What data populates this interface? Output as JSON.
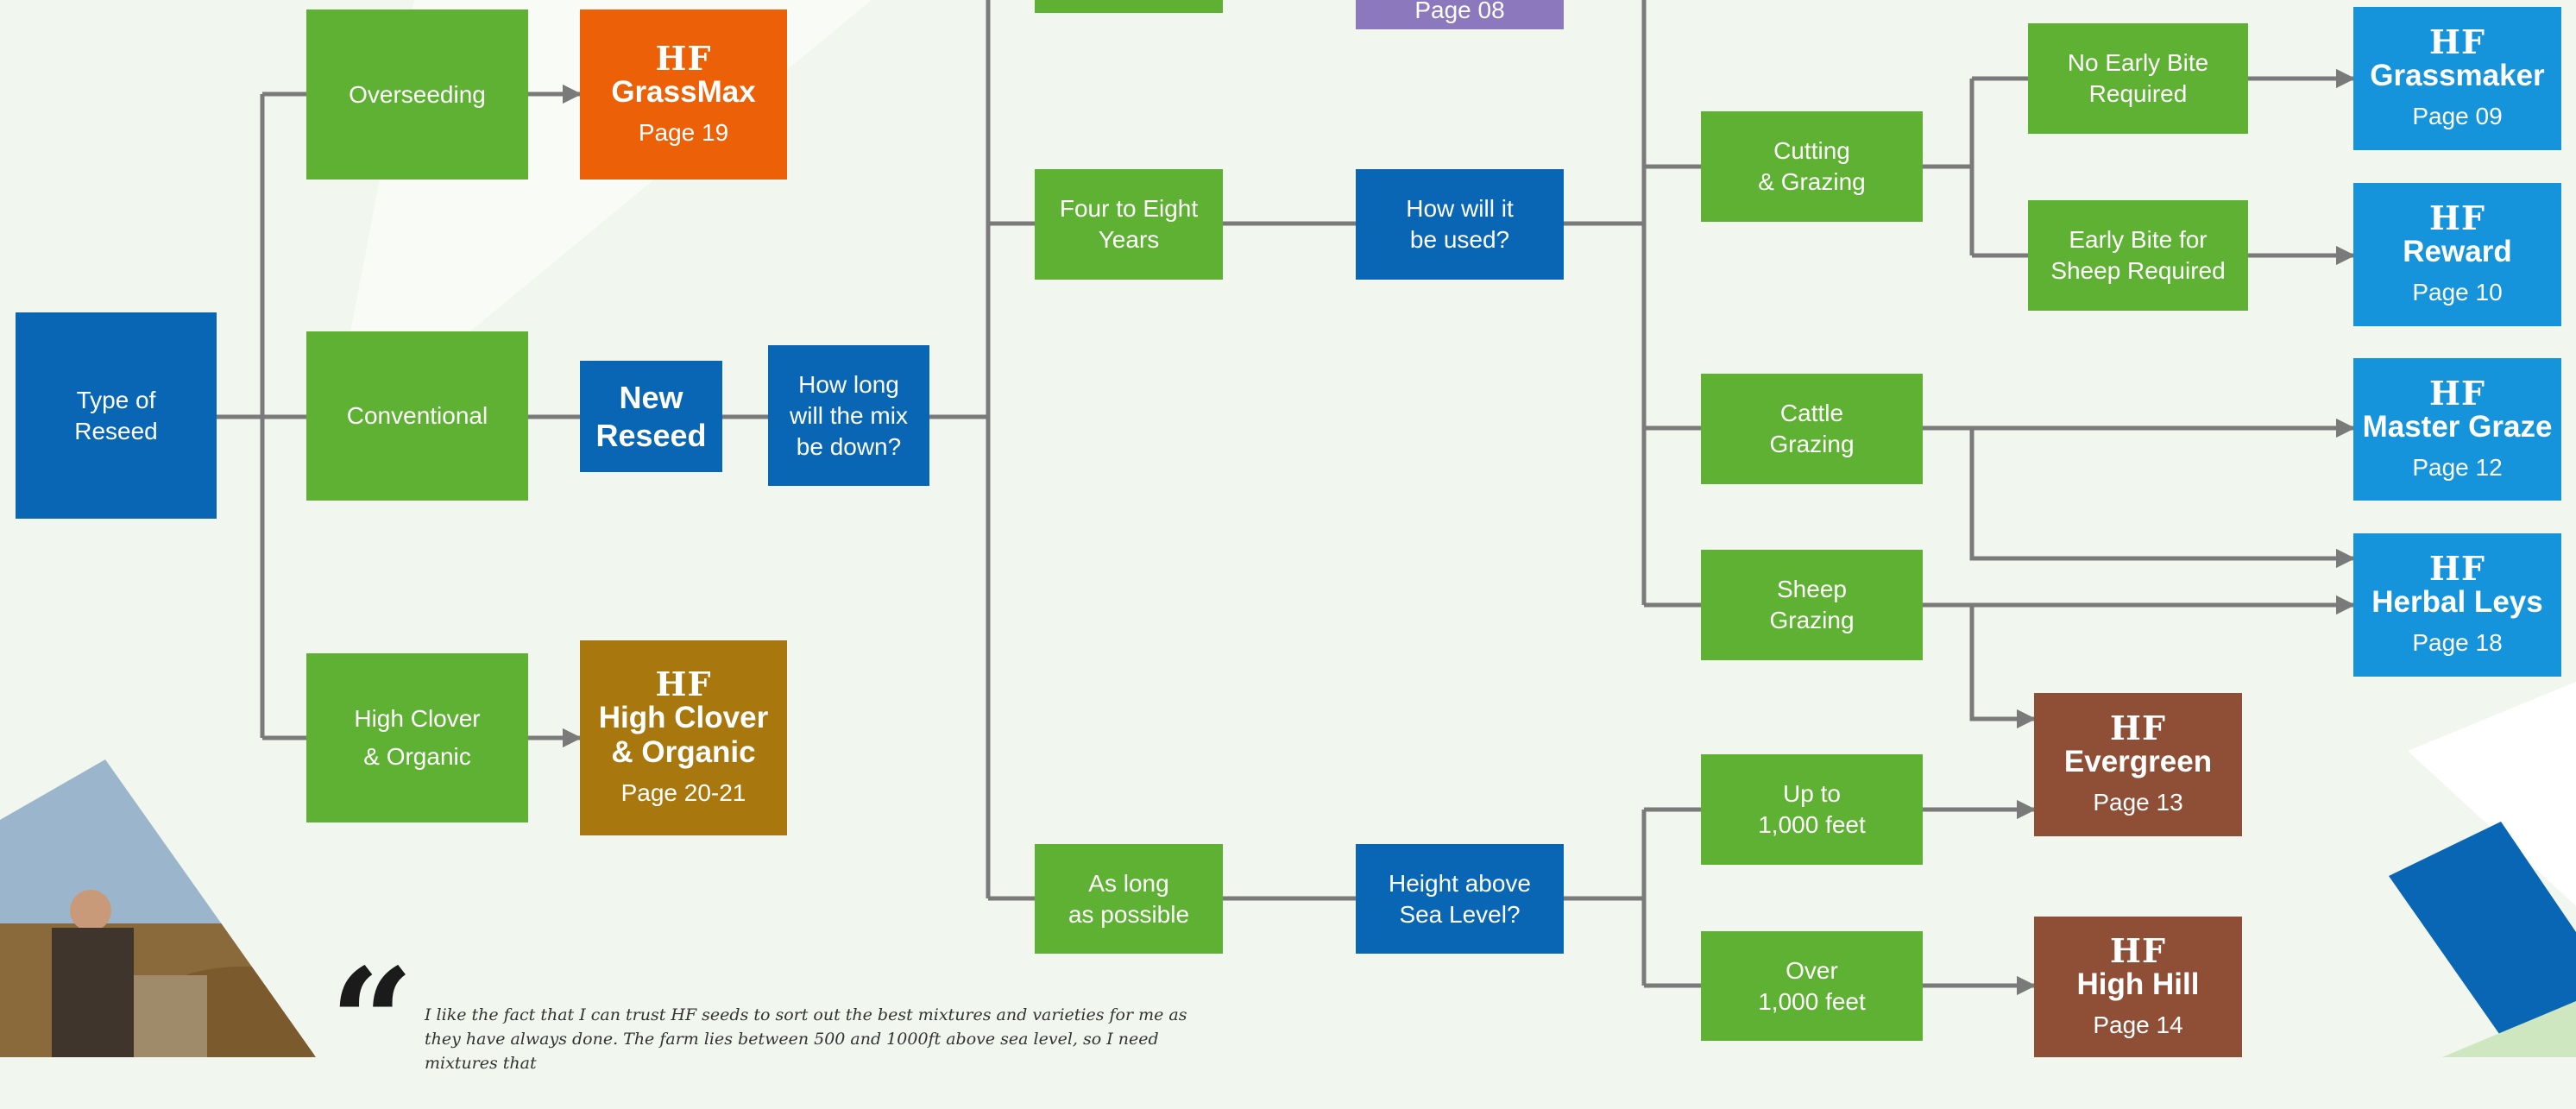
{
  "colors": {
    "background": "#f1f6ee",
    "question": "#0966b4",
    "option": "#5eb132",
    "product": "#1594dc",
    "grassmax": "#ec6108",
    "high_clover": "#a8780f",
    "evergreen": "#8f4f37",
    "connector": "#7a7a7a",
    "purple_partial": "#8c78bd"
  },
  "nodes": {
    "type_of_reseed": "Type of\nReseed",
    "overseeding": "Overseeding",
    "conventional": "Conventional",
    "high_clover_organic": "High Clover\n& Organic",
    "new_reseed": "New\nReseed",
    "how_long": "How long\nwill the mix\nbe down?",
    "four_to_eight": "Four to Eight\nYears",
    "as_long": "As long\nas possible",
    "how_used": "How will it\nbe used?",
    "height": "Height above\nSea Level?",
    "cutting_grazing": "Cutting\n& Grazing",
    "cattle_grazing": "Cattle\nGrazing",
    "sheep_grazing": "Sheep\nGrazing",
    "up_to_1000": "Up to\n1,000 feet",
    "over_1000": "Over\n1,000 feet",
    "no_early_bite": "No Early Bite\nRequired",
    "early_bite_sheep": "Early Bite for\nSheep Required"
  },
  "products": {
    "brand": "HF",
    "grassmax": {
      "name": "GrassMax",
      "page": "Page 19"
    },
    "high_clover": {
      "name": "High Clover\n& Organic",
      "page": "Page 20-21"
    },
    "grassmaker": {
      "name": "Grassmaker",
      "page": "Page 09"
    },
    "reward": {
      "name": "Reward",
      "page": "Page 10"
    },
    "master_graze": {
      "name": "Master Graze",
      "page": "Page 12"
    },
    "herbal_leys": {
      "name": "Herbal Leys",
      "page": "Page 18"
    },
    "evergreen": {
      "name": "Evergreen",
      "page": "Page 13"
    },
    "high_hill": {
      "name": "High Hill",
      "page": "Page 14"
    },
    "partial_top_purple": {
      "page": "Page 08"
    }
  },
  "quote": {
    "mark": "“",
    "text": "I like the fact that I can trust HF seeds to sort out the best mixtures and varieties for me as they have always done. The farm lies between 500 and 1000ft above sea level, so I need mixtures that"
  }
}
